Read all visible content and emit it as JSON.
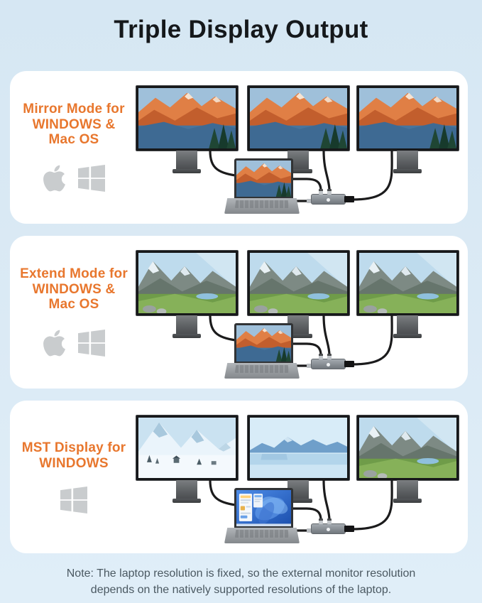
{
  "page": {
    "title": "Triple Display Output",
    "note": "Note: The laptop resolution is fixed, so the external monitor resolution\ndepends on the natively supported resolutions of the laptop.",
    "background_color": "#D8E8F4",
    "accent_color": "#E8772E",
    "card_color": "#FFFFFF",
    "logo_color": "#C9CCCE"
  },
  "sections": [
    {
      "id": "mirror-mode",
      "label": "Mirror Mode for\nWINDOWS &\nMac OS",
      "platforms": [
        "apple",
        "windows"
      ],
      "monitor_scenes": [
        "sunset",
        "sunset",
        "sunset"
      ],
      "laptop_scene": "sunset",
      "monitor_count": 3
    },
    {
      "id": "extend-mode",
      "label": "Extend Mode for\nWINDOWS &\nMac OS",
      "platforms": [
        "apple",
        "windows"
      ],
      "monitor_scenes": [
        "valley",
        "valley",
        "valley"
      ],
      "laptop_scene": "sunset",
      "monitor_count": 3
    },
    {
      "id": "mst-display",
      "label": "MST Display for\nWINDOWS",
      "platforms": [
        "windows"
      ],
      "monitor_scenes": [
        "snow",
        "lake",
        "valley"
      ],
      "laptop_scene": "win11",
      "monitor_count": 3
    }
  ]
}
